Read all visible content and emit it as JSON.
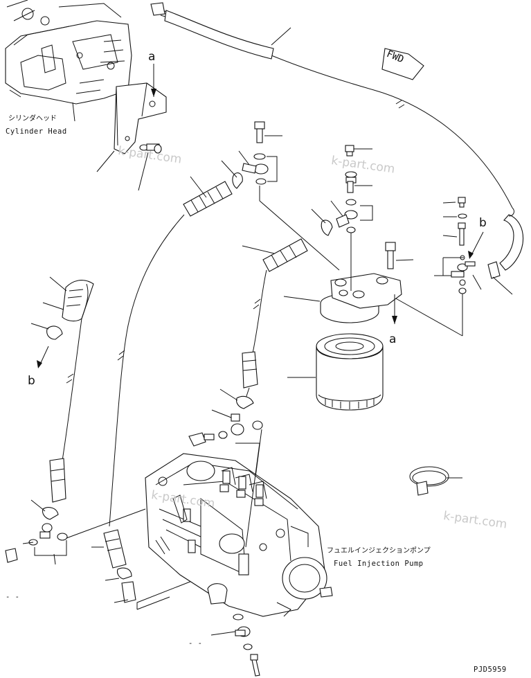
{
  "labels": {
    "cylinder_head_jp": "シリンダヘッド",
    "cylinder_head_en": "Cylinder Head",
    "fuel_pump_jp": "フュエルインジェクションポンプ",
    "fuel_pump_en": "Fuel Injection Pump",
    "fwd": "FWD",
    "ref_a_top": "a",
    "ref_a_filter": "a",
    "ref_b_right": "b",
    "ref_b_left": "b",
    "dash_left": "- -",
    "dash_bottom": "- -",
    "drawing_number": "PJD5959"
  },
  "watermarks": [
    "k-part.com",
    "k-part.com",
    "k-part.com",
    "k-part.com"
  ]
}
